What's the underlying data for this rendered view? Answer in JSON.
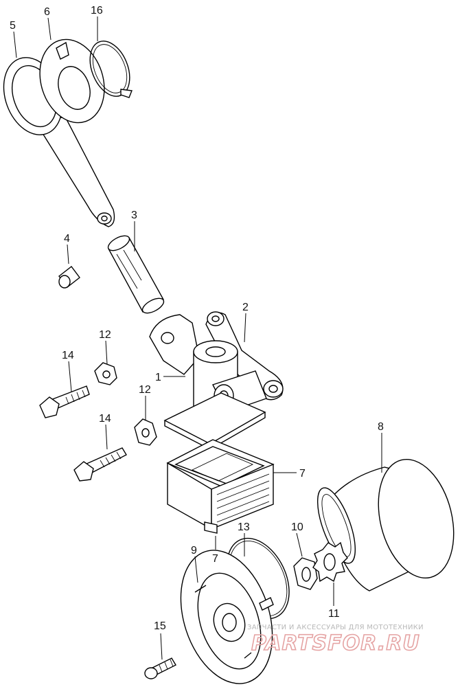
{
  "callouts": {
    "c1": "1",
    "c2": "2",
    "c3": "3",
    "c4": "4",
    "c5": "5",
    "c6": "6",
    "c7a": "7",
    "c7b": "7",
    "c8": "8",
    "c9": "9",
    "c10": "10",
    "c11": "11",
    "c12a": "12",
    "c12b": "12",
    "c13": "13",
    "c14a": "14",
    "c14b": "14",
    "c15": "15",
    "c16": "16"
  },
  "watermark": {
    "tagline": "ЗАПЧАСТИ И АКСЕССУАРЫ ДЛЯ МОТОТЕХНИКИ",
    "logo": "PARTSFOR.RU"
  }
}
